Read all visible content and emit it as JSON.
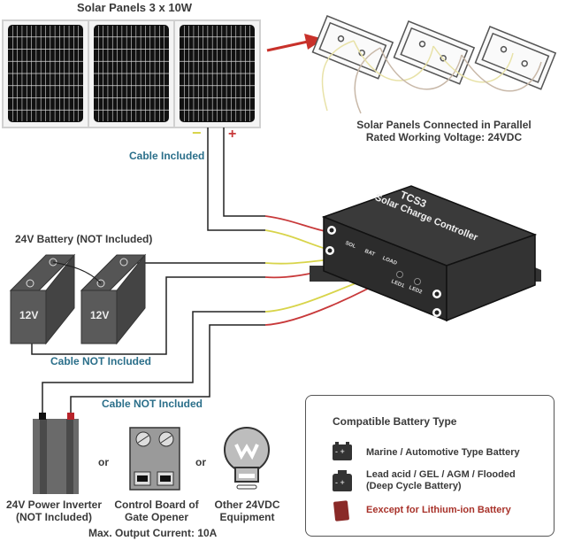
{
  "title": "Solar Panels 3 x 10W",
  "parallel_note": {
    "line1": "Solar Panels Connected in Parallel",
    "line2": "Rated Working Voltage: 24VDC"
  },
  "panel_polarity": {
    "negative": "−",
    "positive": "+"
  },
  "cable_included_label": "Cable Included",
  "battery": {
    "title": "24V Battery (NOT Included)",
    "unit_label": "12V",
    "cable_label": "Cable NOT Included"
  },
  "load_cable_label": "Cable NOT Included",
  "controller": {
    "model": "TCS3",
    "name": "Solar Charge Controller",
    "ports": [
      "SOL",
      "BAT",
      "LOAD"
    ],
    "leds": [
      "LED1",
      "LED2"
    ]
  },
  "loads": [
    {
      "line1": "24V Power Inverter",
      "line2": "(NOT Included)"
    },
    {
      "line1": "Control Board of",
      "line2": "Gate Opener"
    },
    {
      "line1": "Other 24VDC",
      "line2": "Equipment"
    }
  ],
  "or_label": "or",
  "max_output": "Max. Output Current: 10A",
  "legend": {
    "title": "Compatible Battery Type",
    "items": [
      {
        "icon": "car-battery-icon",
        "text": "Marine / Automotive Type Battery"
      },
      {
        "icon": "deep-cycle-battery-icon",
        "text": "Lead acid / GEL / AGM / Flooded",
        "text2": "(Deep Cycle Battery)"
      },
      {
        "icon": "lithium-battery-icon",
        "text": "Eexcept for Lithium-ion Battery"
      }
    ]
  },
  "colors": {
    "wire_red": "#c8393a",
    "wire_yellow": "#d8d44a",
    "label_teal": "#2b6f8a",
    "warning_red": "#a8322a",
    "arrow_red": "#c8312a"
  }
}
